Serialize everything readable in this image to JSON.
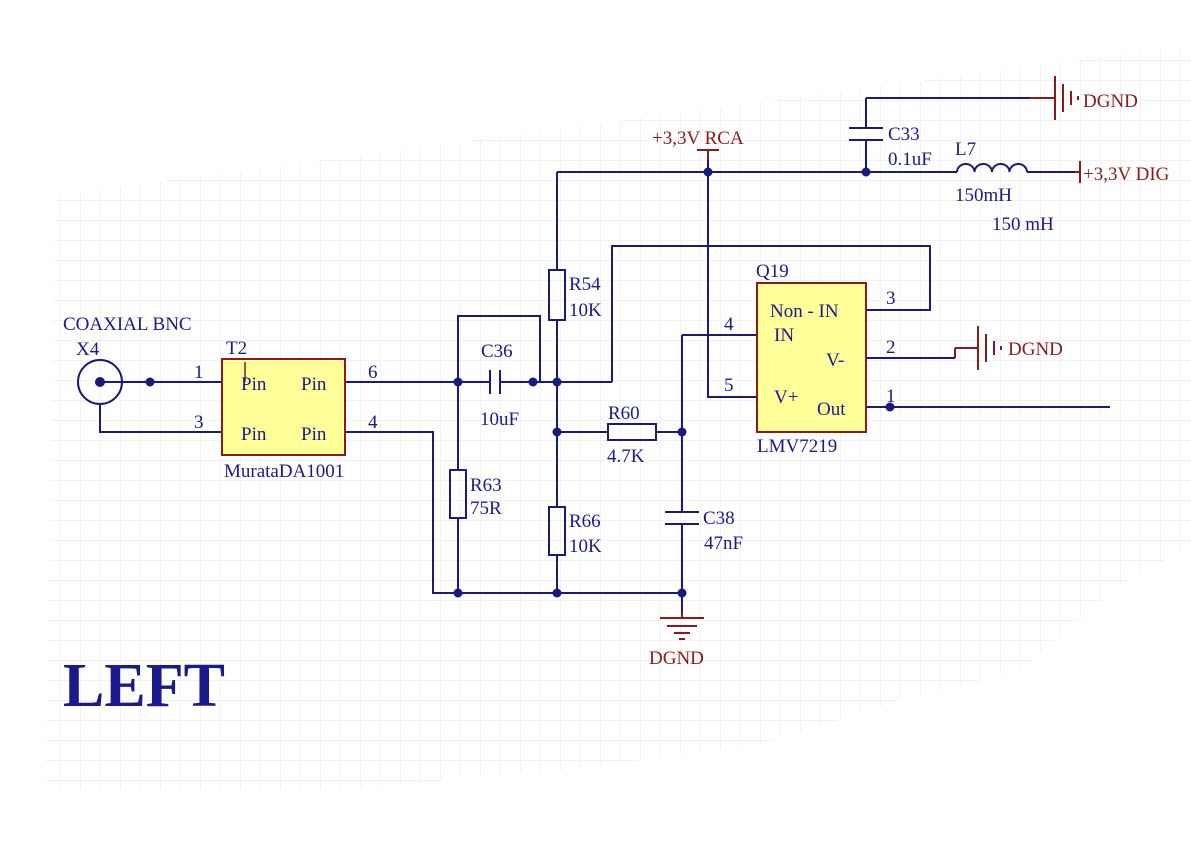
{
  "colors": {
    "wire": "#1a1a7a",
    "power": "#8b1a1a",
    "component_fill": "#ffff99",
    "grid": "#e6e6e6"
  },
  "connector": {
    "type_label": "COAXIAL BNC",
    "ref": "X4",
    "pin1": "1",
    "pin3": "3"
  },
  "transformer": {
    "ref": "T2",
    "part": "MurataDA1001",
    "pin_label": "Pin",
    "pin6": "6",
    "pin4": "4"
  },
  "capacitors": {
    "c36": {
      "ref": "C36",
      "value": "10uF"
    },
    "c33": {
      "ref": "C33",
      "value": "0.1uF"
    },
    "c38": {
      "ref": "C38",
      "value": "47nF"
    }
  },
  "resistors": {
    "r54": {
      "ref": "R54",
      "value": "10K"
    },
    "r60": {
      "ref": "R60",
      "value": "4.7K"
    },
    "r63": {
      "ref": "R63",
      "value": "75R"
    },
    "r66": {
      "ref": "R66",
      "value": "10K"
    }
  },
  "inductor": {
    "ref": "L7",
    "value": "150mH",
    "comment": "150 mH"
  },
  "opamp": {
    "ref": "Q19",
    "part": "LMV7219",
    "pin_noninv": "Non - IN",
    "pin_in": "IN",
    "pin_vminus": "V-",
    "pin_vplus": "V+",
    "pin_out": "Out",
    "pin3": "3",
    "pin4": "4",
    "pin2": "2",
    "pin5": "5",
    "pin1": "1"
  },
  "power": {
    "rca": "+3,3V RCA",
    "dig": "+3,3V DIG",
    "dgnd_top": "DGND",
    "dgnd_mid": "DGND",
    "dgnd_bottom": "DGND"
  },
  "channel_label": "LEFT"
}
